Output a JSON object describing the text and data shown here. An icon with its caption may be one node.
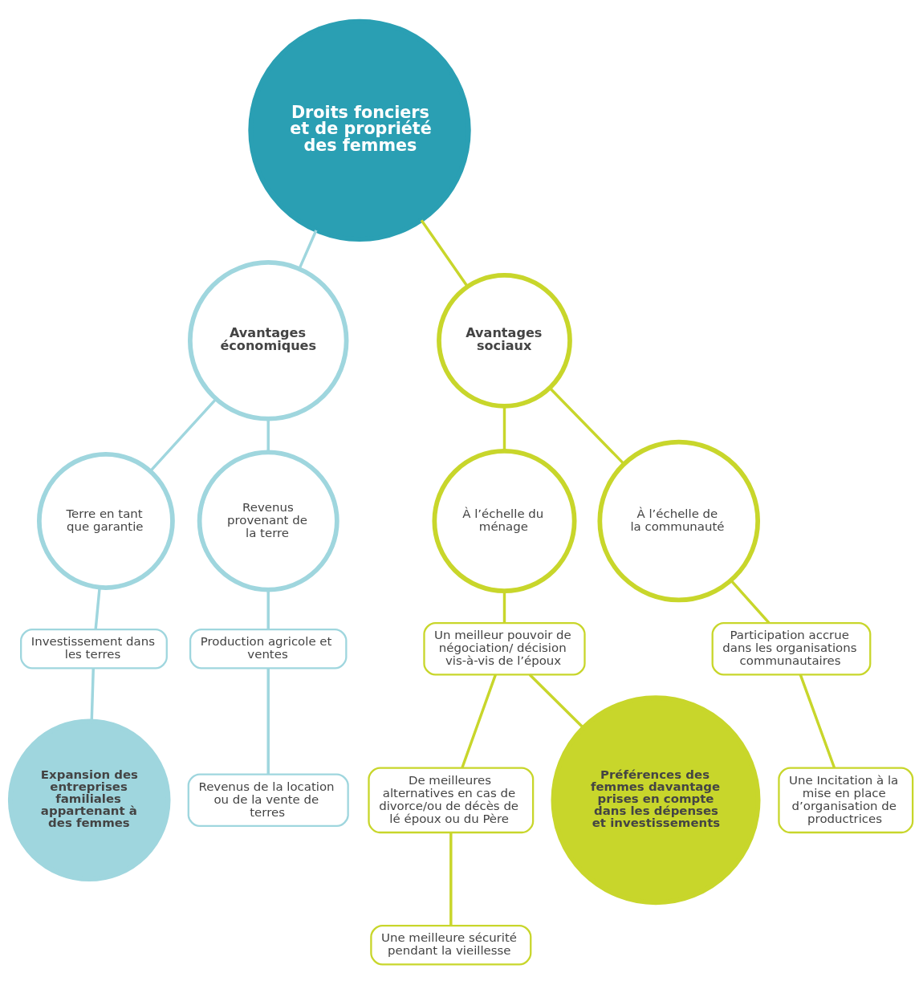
{
  "diagram": {
    "nodes": [
      {
        "text": [
          "Droits fonciers et de propriété des femmes"
        ]
      },
      {
        "text": [
          "Avantages économiques"
        ]
      },
      {
        "text": [
          "Avantages sociaux"
        ]
      },
      {
        "text": [
          "Terre en tant que garantie"
        ]
      },
      {
        "text": [
          "Revenus provenant de la terre"
        ]
      },
      {
        "text": [
          "À l’échelle du ménage"
        ]
      },
      {
        "text": [
          "À l’échelle de la communauté"
        ]
      },
      {
        "text": [
          "Investissement dans les terres"
        ]
      },
      {
        "text": [
          "Production agricole et ventes"
        ]
      },
      {
        "text": [
          "Revenus de la location ou de la vente de terres"
        ]
      },
      {
        "text": [
          "Un meilleur pouvoir de négociation/ décision vis-à-vis de l’époux"
        ]
      },
      {
        "text": [
          "Participation accrue dans les organisations communautaires"
        ]
      },
      {
        "text": [
          "Une Incitation à la mise en place d’organisation de productrices"
        ]
      },
      {
        "text": [
          "De meilleures alternatives en cas de divorce/ou de décès de lé époux ou du Père"
        ]
      },
      {
        "text": [
          "Une meilleure sécurité pendant la vieillesse"
        ]
      },
      {
        "text": [
          "Expansion des entreprises familiales appartenant à des femmes"
        ]
      },
      {
        "text": [
          "Préférences des femmes davantage prises en compte dans les dépenses et investissements"
        ]
      }
    ],
    "edges": [
      {
        "from": 0,
        "to": 1,
        "arrow": "none",
        "color": "#9fd6de"
      },
      {
        "from": 0,
        "to": 2,
        "arrow": "none"
      },
      {
        "from": 1,
        "to": 3,
        "arrow": "none",
        "color": "#9fd6de"
      },
      {
        "from": 1,
        "to": 4,
        "arrow": "none",
        "color": "#9fd6de"
      },
      {
        "from": 2,
        "to": 5,
        "arrow": "none"
      },
      {
        "from": 2,
        "to": 6,
        "arrow": "none"
      },
      {
        "from": 3,
        "to": 7,
        "arrow": "none",
        "color": "#9fd6de"
      },
      {
        "from": 4,
        "to": 8,
        "arrow": "none",
        "color": "#9fd6de"
      },
      {
        "from": 8,
        "to": 9,
        "arrow": "none",
        "color": "#9fd6de"
      },
      {
        "from": 5,
        "to": 10,
        "arrow": "none"
      },
      {
        "from": 6,
        "to": 11,
        "arrow": "none"
      },
      {
        "from": 11,
        "to": 12,
        "arrow": "none"
      },
      {
        "from": 10,
        "to": 13,
        "arrow": "none"
      },
      {
        "from": 13,
        "to": 14,
        "arrow": "none"
      },
      {
        "from": 7,
        "to": 15,
        "arrow": "none",
        "color": "#9fd6de"
      },
      {
        "from": 10,
        "to": 16,
        "arrow": "none"
      }
    ]
  }
}
